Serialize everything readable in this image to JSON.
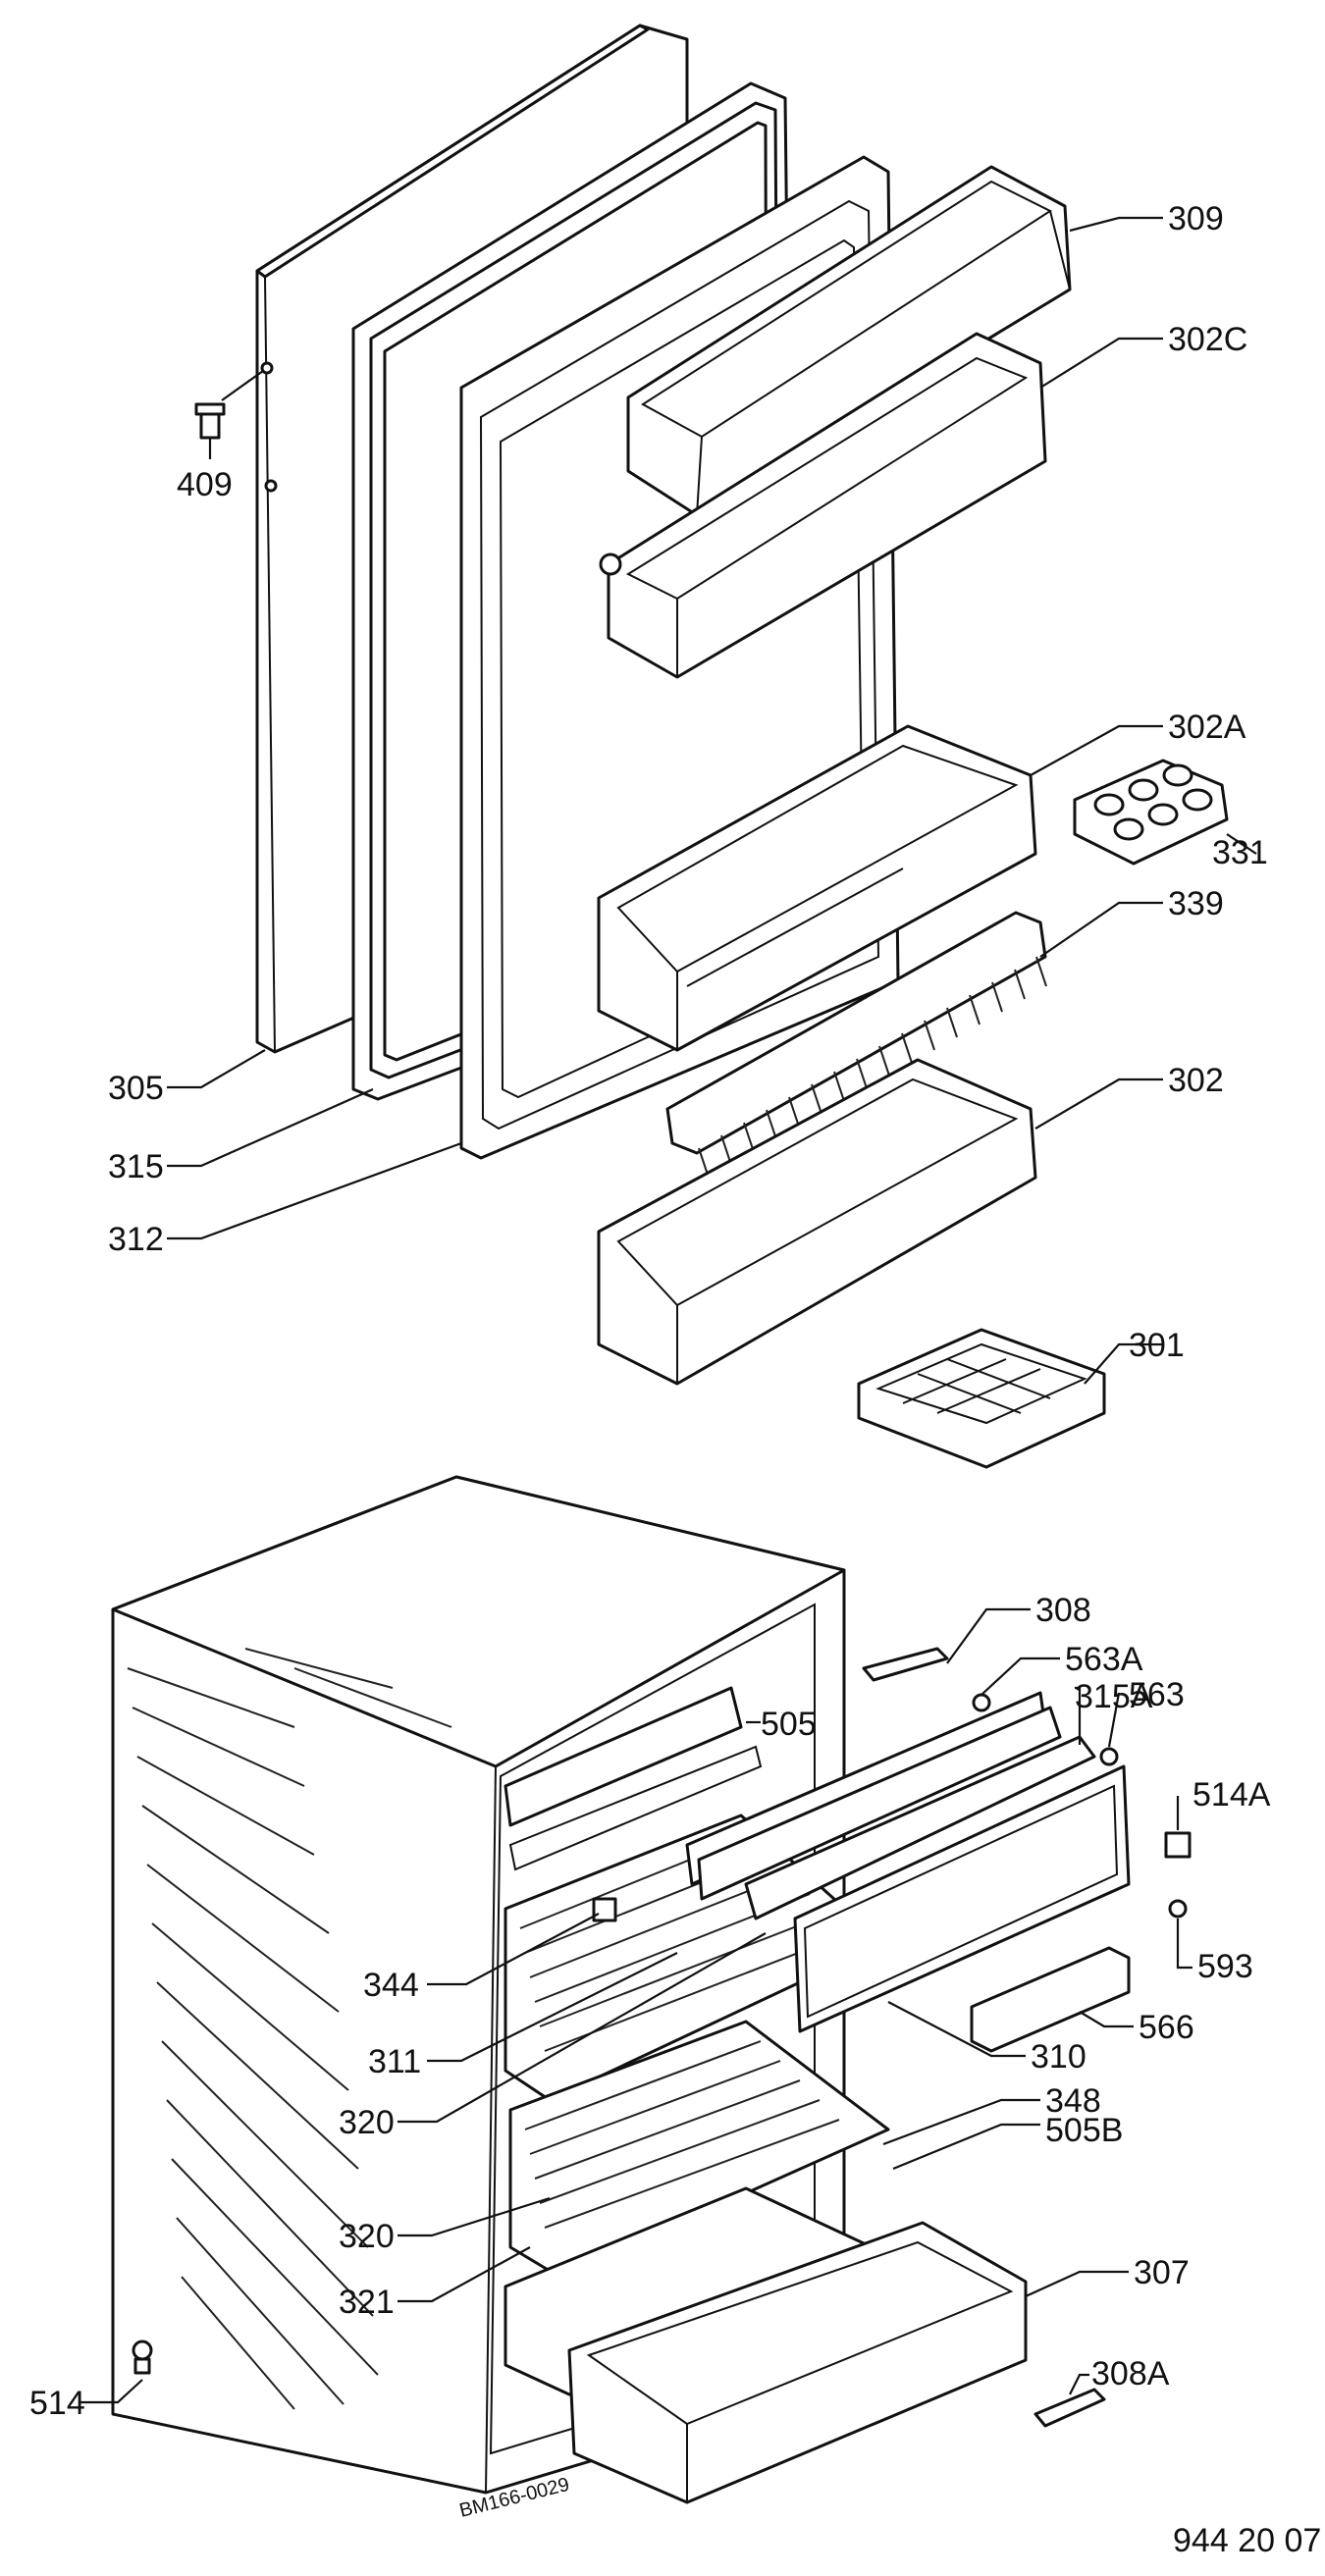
{
  "diagram": {
    "code": "944 20 07",
    "stamp": "BM166-0029",
    "labels": {
      "p409": "409",
      "p309": "309",
      "p302c": "302C",
      "p302a": "302A",
      "p331": "331",
      "p339": "339",
      "p302": "302",
      "p305": "305",
      "p315": "315",
      "p312": "312",
      "p301": "301",
      "p308": "308",
      "p563a": "563A",
      "p315a": "315A",
      "p563": "563",
      "p505": "505",
      "p514a": "514A",
      "p593": "593",
      "p344": "344",
      "p311": "311",
      "p566": "566",
      "p310": "310",
      "p320a": "320",
      "p348": "348",
      "p505b": "505B",
      "p320b": "320",
      "p321": "321",
      "p307": "307",
      "p514": "514",
      "p308a": "308A"
    }
  }
}
